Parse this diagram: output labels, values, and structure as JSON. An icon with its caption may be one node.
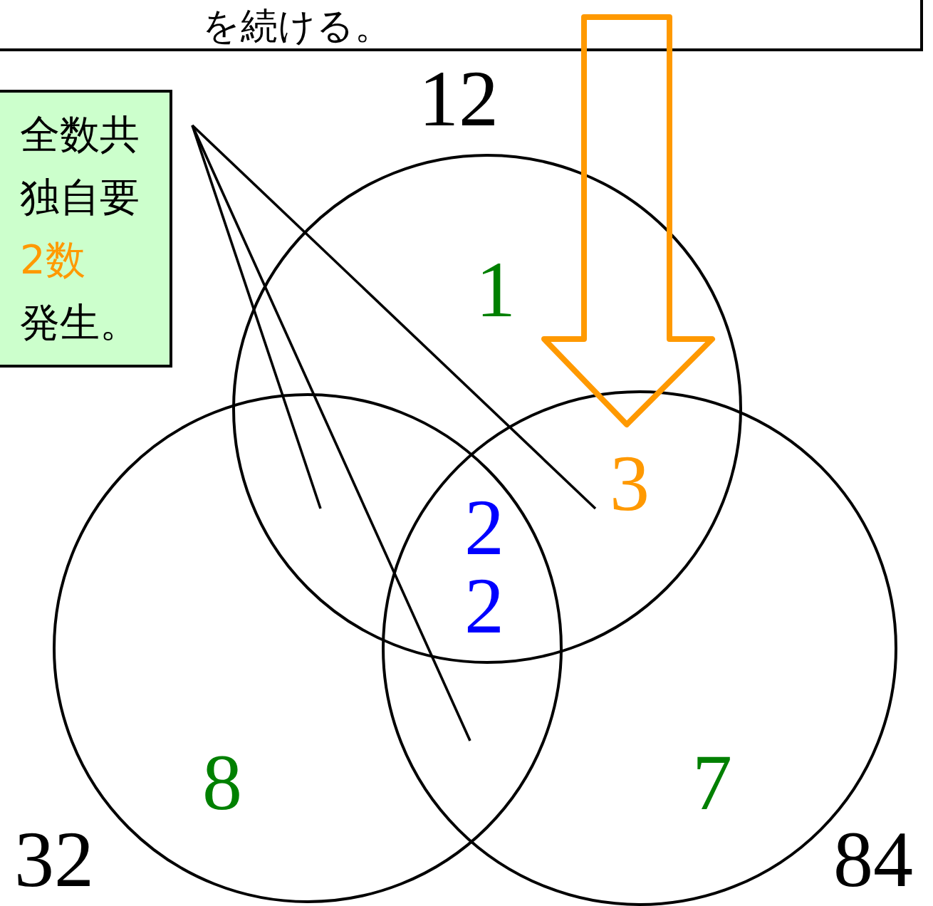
{
  "diagram": {
    "nodes": [
      {
        "text": [
          "を続ける。"
        ]
      },
      {
        "text": [
          "全数共独自要",
          "2数",
          "発生。"
        ]
      },
      {
        "text": [],
        "shape": "circle"
      },
      {
        "text": [],
        "shape": "circle"
      },
      {
        "text": [],
        "shape": "circle"
      }
    ],
    "edges": [
      {
        "from": 0,
        "to": null,
        "arrow": "to",
        "style": "thick",
        "color": "#ff9900"
      },
      {
        "from": 1,
        "to": 2,
        "arrow": "none"
      },
      {
        "from": 1,
        "to": 2,
        "arrow": "none"
      },
      {
        "from": 1,
        "to": 3,
        "arrow": "none"
      }
    ],
    "labels": [
      "12",
      "1",
      "3",
      "2",
      "2",
      "8",
      "7",
      "32",
      "84"
    ]
  }
}
